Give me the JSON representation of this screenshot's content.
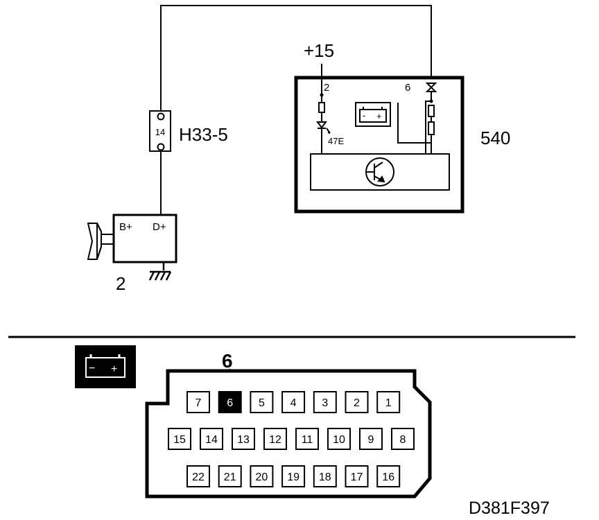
{
  "diagram": {
    "connector_h33": {
      "pin": "14",
      "label": "H33-5"
    },
    "alternator": {
      "id": "2",
      "terminal_b": "B+",
      "terminal_d": "D+"
    },
    "module": {
      "id": "540",
      "supply_label": "+15",
      "pin_2": "2",
      "pin_6": "6",
      "resistor_label": "47E",
      "battery_minus": "-",
      "battery_plus": "+"
    },
    "connector_view": {
      "highlight_label": "6",
      "highlight_pin": "6",
      "battery_minus": "−",
      "battery_plus": "+",
      "row1": [
        "7",
        "6",
        "5",
        "4",
        "3",
        "2",
        "1"
      ],
      "row2": [
        "15",
        "14",
        "13",
        "12",
        "11",
        "10",
        "9",
        "8"
      ],
      "row3": [
        "22",
        "21",
        "20",
        "19",
        "18",
        "17",
        "16"
      ]
    },
    "figure_code": "D381F397"
  },
  "colors": {
    "line": "#000000",
    "background": "#ffffff"
  }
}
